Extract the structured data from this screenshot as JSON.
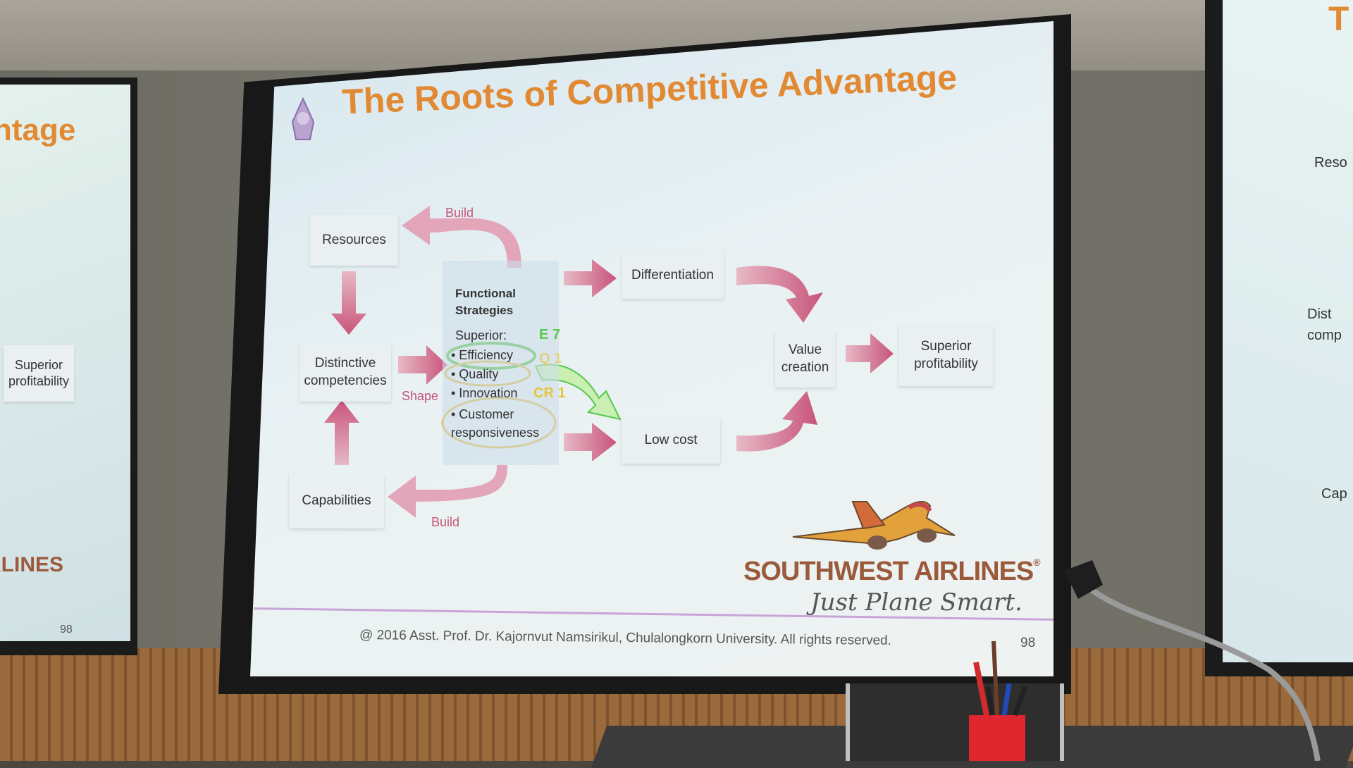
{
  "slide": {
    "title": "The Roots of Competitive Advantage",
    "resources": "Resources",
    "distinctive_competencies": "Distinctive competencies",
    "capabilities": "Capabilities",
    "build_top": "Build",
    "build_bottom": "Build",
    "shape": "Shape",
    "functional_strategies": "Functional Strategies",
    "superior": "Superior:",
    "bullets": [
      "• Efficiency",
      "• Quality",
      "• Innovation",
      "• Customer responsiveness"
    ],
    "differentiation": "Differentiation",
    "low_cost": "Low cost",
    "value_creation": "Value creation",
    "superior_profitability": "Superior profitability",
    "annotation_e7": "E 7",
    "annotation_q1": "Q 1",
    "annotation_cr1": "CR 1",
    "company_name": "SOUTHWEST AIRLINES",
    "registered_mark": "®",
    "tagline": "Just Plane Smart.",
    "footer": "@ 2016 Asst. Prof. Dr. Kajornvut Namsirikul, Chulalongkorn University. All rights reserved.",
    "page_number": "98"
  },
  "left_slide": {
    "title_fragment": "ntage",
    "box": "Superior profitability",
    "brand_fragment": "RLINES",
    "page_number": "98"
  },
  "right_slide": {
    "title_fragment": "T",
    "labels": [
      "Reso",
      "Dist",
      "comp",
      "Cap"
    ]
  },
  "colors": {
    "title_orange": "#e18a33",
    "arrow_pink": "#c8547a",
    "circle_green": "#4fbf3a",
    "circle_yellow": "#e0b63a"
  }
}
